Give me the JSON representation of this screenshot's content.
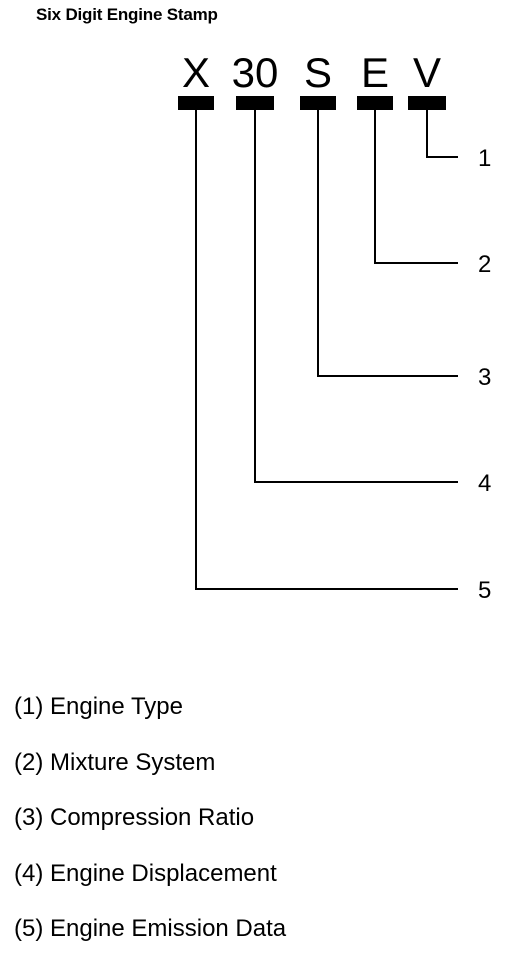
{
  "title": "Six Digit Engine Stamp",
  "stamp": [
    {
      "char": "X",
      "callout": "5"
    },
    {
      "char": "30",
      "callout": "4"
    },
    {
      "char": "S",
      "callout": "3"
    },
    {
      "char": "E",
      "callout": "2"
    },
    {
      "char": "V",
      "callout": "1"
    }
  ],
  "legend": [
    "(1) Engine Type",
    "(2) Mixture System",
    "(3) Compression Ratio",
    "(4) Engine Displacement",
    "(5) Engine Emission Data"
  ]
}
